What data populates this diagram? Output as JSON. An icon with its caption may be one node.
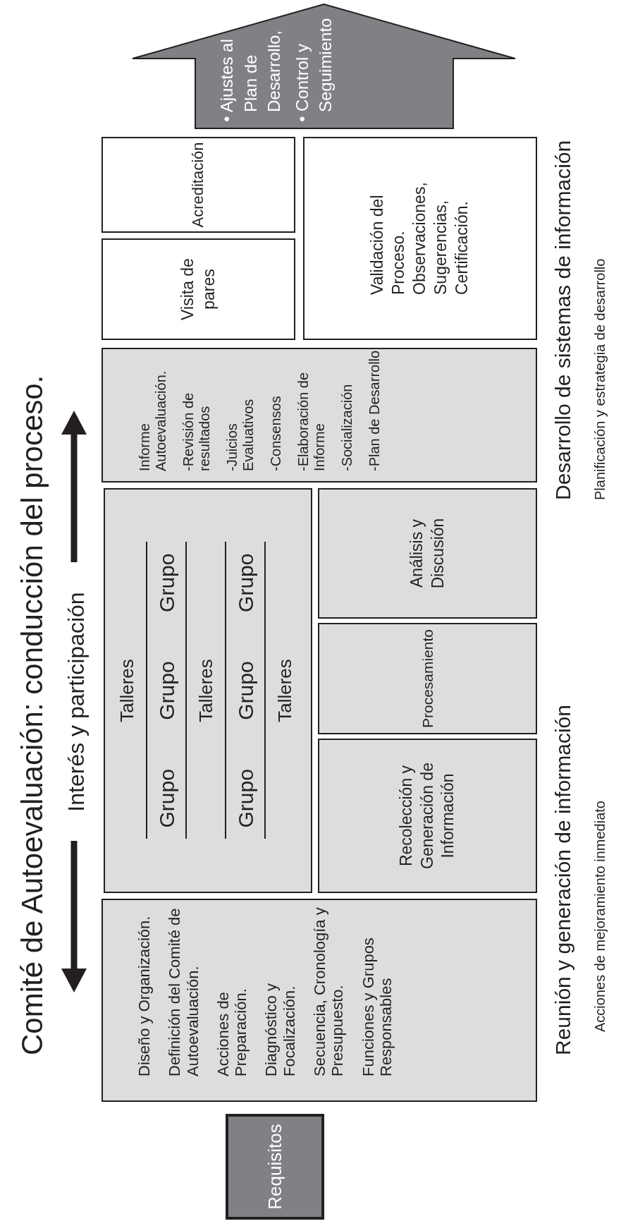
{
  "diagram": {
    "title": "Comité de Autoevaluación: conducción del proceso.",
    "nodes": [
      {
        "text": [
          "Requisitos"
        ]
      },
      {
        "text": [
          "Diseño y Organización.",
          "Definición del Comité de Autoevaluación.",
          "Acciones de Preparación.",
          "Diagnóstico y Focalización.",
          "Secuencia, Cronología y Presupuesto.",
          "Funciones y Grupos Responsables"
        ]
      },
      {
        "text": [
          "Talleres",
          "Grupo",
          "Grupo",
          "Grupo",
          "Talleres",
          "Grupo",
          "Grupo",
          "Grupo",
          "Talleres"
        ]
      },
      {
        "text": [
          "Recolección y Generación de Información"
        ]
      },
      {
        "text": [
          "Procesamiento"
        ]
      },
      {
        "text": [
          "Análisis y Discusión"
        ]
      },
      {
        "text": [
          "Informe Autoevaluación.",
          "-Revisión de resultados",
          "-Juicios Evaluativos",
          "-Consensos",
          "-Elaboración de Informe",
          "-Socialización",
          "-Plan de Desarrollo"
        ]
      },
      {
        "text": [
          "Visita de pares"
        ]
      },
      {
        "text": [
          "Acreditación"
        ]
      },
      {
        "text": [
          "Validación del Proceso. Observaciones, Sugerencias, Certificación."
        ]
      },
      {
        "text": [
          "• Ajustes al Plan de Desarrollo,",
          "• Control y Seguimiento"
        ]
      }
    ],
    "labels": [
      "Interés y participación",
      "Reunión y generación de información",
      "Acciones de mejoramiento inmediato",
      "Desarrollo de sistemas de información",
      "Planificación y estrategia de desarrollo"
    ]
  }
}
